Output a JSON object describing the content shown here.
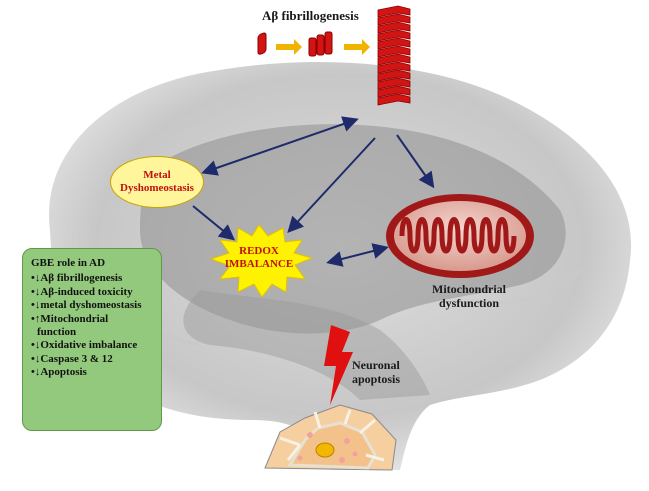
{
  "title": "Aβ fibrillogenesis",
  "metal_node": {
    "line1": "Metal",
    "line2": "Dyshomeostasis"
  },
  "redox_node": {
    "line1": "REDOX",
    "line2": "IMBALANCE"
  },
  "mito_node": {
    "line1": "Mitochondrial",
    "line2": "dysfunction"
  },
  "apoptosis_node": {
    "line1": "Neuronal",
    "line2": "apoptosis"
  },
  "gbe_box": {
    "heading": "GBE role in AD",
    "items": [
      "•↓Aβ fibrillogenesis",
      "•↓Aβ-induced toxicity",
      "•↓metal dyshomeostasis",
      "•↑Mitochondrial",
      "  function",
      "•↓Oxidative imbalance",
      "•↓Caspase 3 & 12",
      "•↓Apoptosis"
    ]
  },
  "colors": {
    "arrow": "#1f2a6b",
    "fibril_red": "#d21414",
    "fibril_dark": "#8a0000",
    "orange_arrow": "#f0b400",
    "mito_outer": "#a01818",
    "redox_star": "#fff200",
    "gbe_fill": "#93c97c",
    "metal_fill": "#fff59a"
  }
}
